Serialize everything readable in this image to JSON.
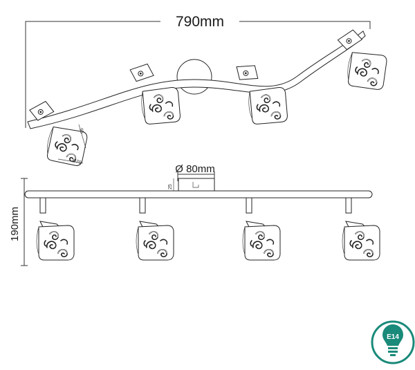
{
  "dimensions": {
    "width": "790mm",
    "height": "190mm",
    "canopy_diameter": "Ø 80mm",
    "canopy_height": "25",
    "shade_height": "95",
    "shade_diameter": "Ø70"
  },
  "badge": {
    "label": "E14",
    "color": "#1a8a7a"
  }
}
